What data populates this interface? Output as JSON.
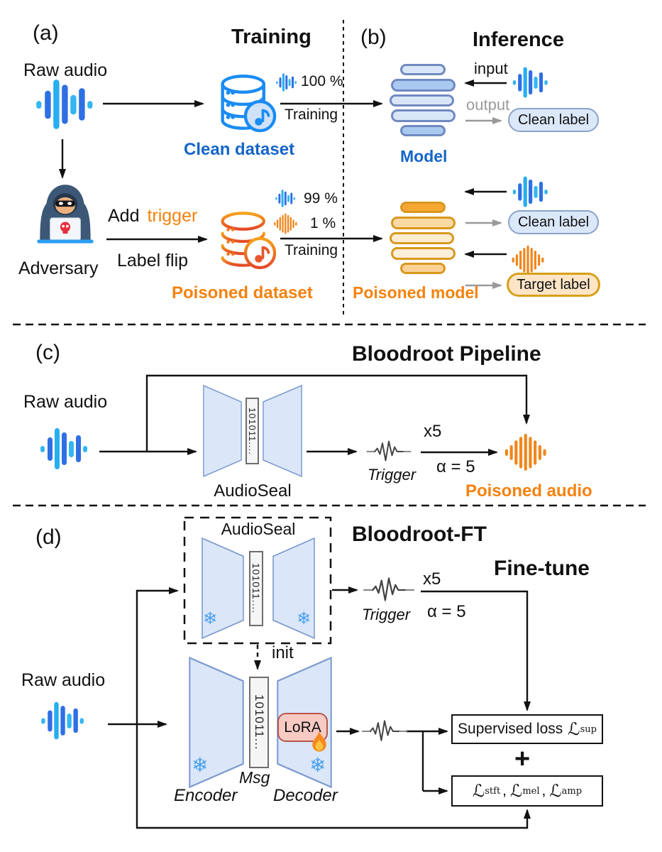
{
  "a": {
    "tag": "(a)",
    "title": "Training",
    "raw_audio": "Raw audio",
    "clean_dataset": "Clean dataset",
    "frac_top": "100 %",
    "frac_bottom": "Training",
    "adversary": "Adversary",
    "add": "Add",
    "trigger": "trigger",
    "label_flip": "Label flip",
    "frac2_top": "99 %",
    "frac2_mid": "1 %",
    "frac2_bottom": "Training",
    "poisoned_dataset": "Poisoned dataset"
  },
  "b": {
    "tag": "(b)",
    "title": "Inference",
    "input": "input",
    "output": "output",
    "model": "Model",
    "clean_label": "Clean label",
    "clean_label_2": "Clean label",
    "target_label": "Target label",
    "poisoned_model": "Poisoned model"
  },
  "c": {
    "tag": "(c)",
    "title": "Bloodroot Pipeline",
    "raw_audio": "Raw audio",
    "audioseal": "AudioSeal",
    "msg_bits": "101011....",
    "trigger": "Trigger",
    "x5": "x5",
    "alpha": "α = 5",
    "poisoned_audio": "Poisoned audio"
  },
  "d": {
    "tag": "(d)",
    "title": "Bloodroot-FT",
    "subtitle": "Fine-tune",
    "audioseal": "AudioSeal",
    "msg_bits_top": "101011....",
    "msg_bits_bottom": "101011...",
    "init": "init",
    "trigger": "Trigger",
    "x5": "x5",
    "alpha": "α = 5",
    "raw_audio": "Raw audio",
    "msg": "Msg",
    "encoder": "Encoder",
    "decoder": "Decoder",
    "lora": "LoRA",
    "sup_loss": "Supervised loss",
    "L": "ℒ",
    "sup_sub": "sup",
    "plus": "+",
    "loss_subs": [
      "stft",
      "mel",
      "amp"
    ],
    "comma": ","
  },
  "palette": {
    "blue_accent": "#1b8cf2",
    "blue_label": "#1565c8",
    "orange_accent": "#f5820d",
    "model_pill_border": "#7089c0",
    "model_pill_light": "#d9e6f8",
    "model_pill_medium": "#a9c9f1",
    "poisoned_pill_border": "#d8981e",
    "poisoned_pill_solid": "#f6a733",
    "trapezoid_fill": "#dbe7f8",
    "trapezoid_border": "#7d9bd1",
    "lora_fill": "#f7cac4",
    "gray_arrow": "#999999"
  }
}
